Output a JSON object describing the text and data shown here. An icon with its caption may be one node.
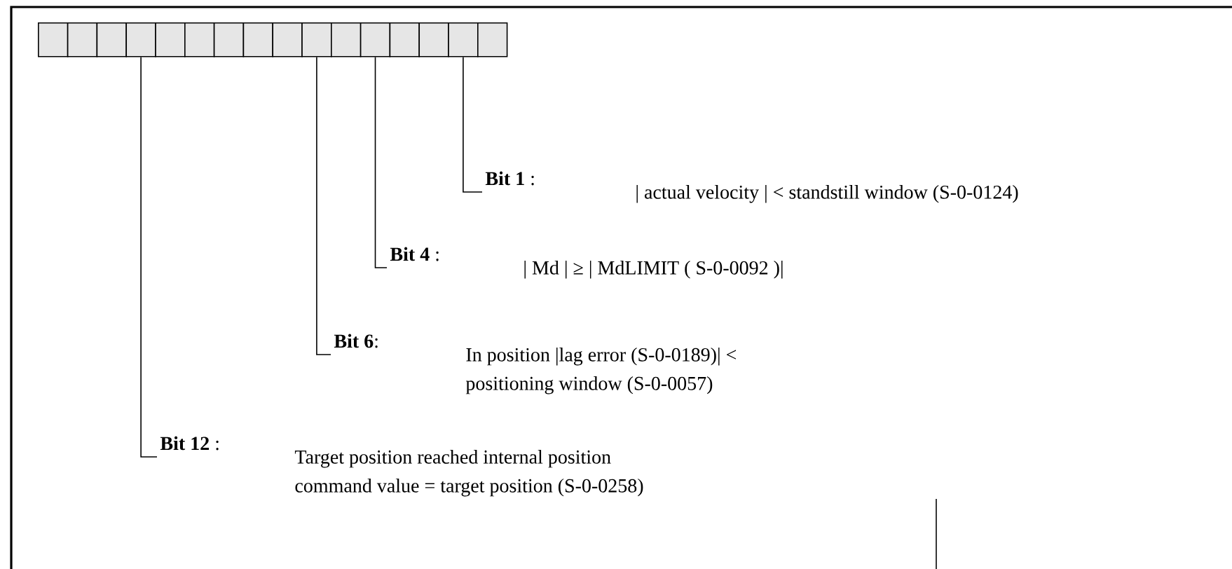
{
  "diagram": {
    "nodes": [
      {
        "text": [],
        "shape": "box"
      },
      {
        "text": [],
        "shape": "box"
      },
      {
        "text": [],
        "shape": "box"
      },
      {
        "text": [],
        "shape": "box"
      },
      {
        "text": [],
        "shape": "box"
      },
      {
        "text": [],
        "shape": "box"
      },
      {
        "text": [],
        "shape": "box"
      },
      {
        "text": [],
        "shape": "box"
      },
      {
        "text": [],
        "shape": "box"
      },
      {
        "text": [],
        "shape": "box"
      },
      {
        "text": [],
        "shape": "box"
      },
      {
        "text": [],
        "shape": "box"
      },
      {
        "text": [],
        "shape": "box"
      },
      {
        "text": [],
        "shape": "box"
      },
      {
        "text": [],
        "shape": "box"
      },
      {
        "text": [],
        "shape": "box"
      },
      {
        "text": [
          "**Bit 1** :",
          "| actual velocity | < standstill window (S-0-0124)"
        ]
      },
      {
        "text": [
          "**Bit 4** :",
          "| Md | ≥ | MdLIMIT ( S-0-0092 )|"
        ]
      },
      {
        "text": [
          "**Bit 6**:",
          "In position |lag error (S-0-0189)| < positioning window (S-0-0057)"
        ]
      },
      {
        "text": [
          "**Bit 12** :",
          "Target position reached internal position command value = target position (S-0-0258)"
        ]
      }
    ],
    "edges": [
      {
        "from": 16,
        "to": 14,
        "arrow": "none"
      },
      {
        "from": 17,
        "to": 11,
        "arrow": "none"
      },
      {
        "from": 18,
        "to": 9,
        "arrow": "none"
      },
      {
        "from": 19,
        "to": 3,
        "arrow": "none"
      }
    ]
  }
}
